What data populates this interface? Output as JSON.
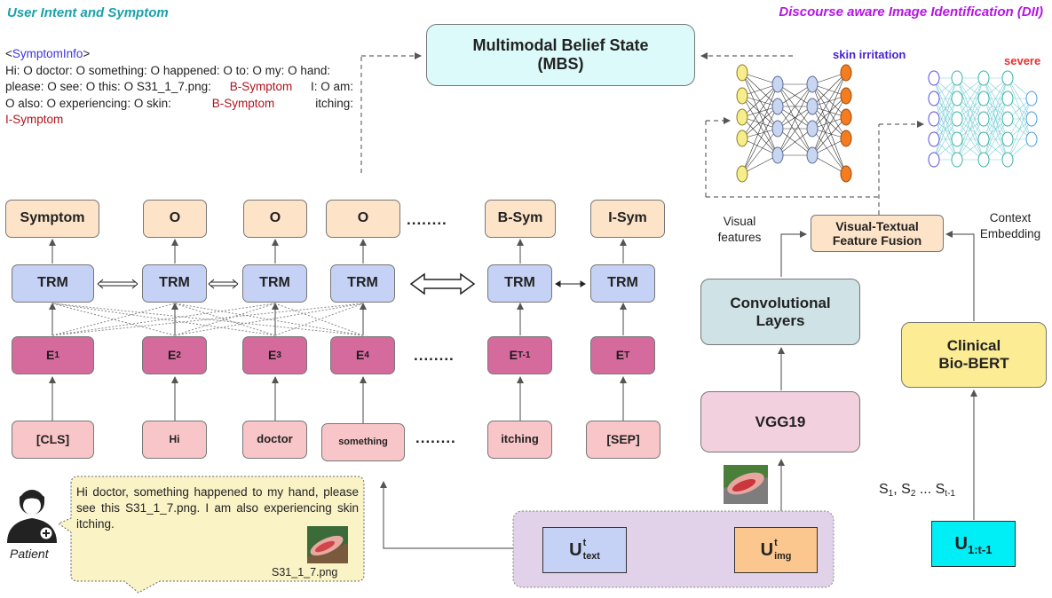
{
  "headers": {
    "left": "User Intent and Symptom",
    "right": "Discourse aware Image Identification (DII)"
  },
  "colors": {
    "left_header": "#1ba1a9",
    "right_header": "#b514e6",
    "symptom_tag": "#b0141d",
    "symptom_info_tag": "#3d36e0",
    "skin_irritation_label": "#4623d8",
    "severe_label": "#e53030"
  },
  "symptom_info": {
    "open": "<",
    "tag": "SymptomInfo",
    "close": ">",
    "line1": "Hi: O doctor: O something: O happened: O to: O my: O hand:",
    "line2a": "please: O see: O this: O S31_1_7.png:",
    "b_symptom_1": "B-Symptom",
    "line2b": "I: O am:",
    "line3a": "O also: O experiencing: O  skin:",
    "b_symptom_2": "B-Symptom",
    "line3b": "itching:",
    "i_symptom": "I-Symptom"
  },
  "mbs": {
    "line1": "Multimodal Belief State",
    "line2": "(MBS)"
  },
  "outputs": [
    "Symptom",
    "O",
    "O",
    "O",
    "B-Sym",
    "I-Sym"
  ],
  "trm": [
    "TRM",
    "TRM",
    "TRM",
    "TRM",
    "TRM",
    "TRM"
  ],
  "embeddings": [
    {
      "base": "E",
      "sub": "1"
    },
    {
      "base": "E",
      "sub": "2"
    },
    {
      "base": "E",
      "sub": "3"
    },
    {
      "base": "E",
      "sub": "4"
    },
    {
      "base": "E",
      "sub": "T-1"
    },
    {
      "base": "E",
      "sub": "T"
    }
  ],
  "tokens": [
    "[CLS]",
    "Hi",
    "doctor",
    "something",
    "itching",
    "[SEP]"
  ],
  "ellipsis": "........",
  "patient": {
    "label": "Patient",
    "utterance": "Hi doctor, something happened to my hand, please see this S31_1_7.png.  I am also experiencing skin itching.",
    "filename": "S31_1_7.png"
  },
  "u_text": {
    "base": "U",
    "sup": "t",
    "sub": "text"
  },
  "u_img": {
    "base": "U",
    "sup": "t",
    "sub": "img"
  },
  "vgg": "VGG19",
  "conv": {
    "line1": "Convolutional",
    "line2": "Layers"
  },
  "fusion": {
    "line1": "Visual-Textual",
    "line2": "Feature Fusion"
  },
  "visual_features": {
    "line1": "Visual",
    "line2": "features"
  },
  "context_embedding": {
    "line1": "Context",
    "line2": "Embedding"
  },
  "biobert": {
    "line1": "Clinical",
    "line2": "Bio-BERT"
  },
  "history": {
    "s1": "S",
    "s1sub": "1",
    "s2": "S",
    "s2sub": "2",
    "dots": "...",
    "st": "S",
    "stsub": "t-1",
    "sep": ","
  },
  "u_hist": {
    "base": "U",
    "sub": "1:t-1"
  },
  "nn_labels": {
    "left": "skin irritation",
    "right": "severe"
  }
}
